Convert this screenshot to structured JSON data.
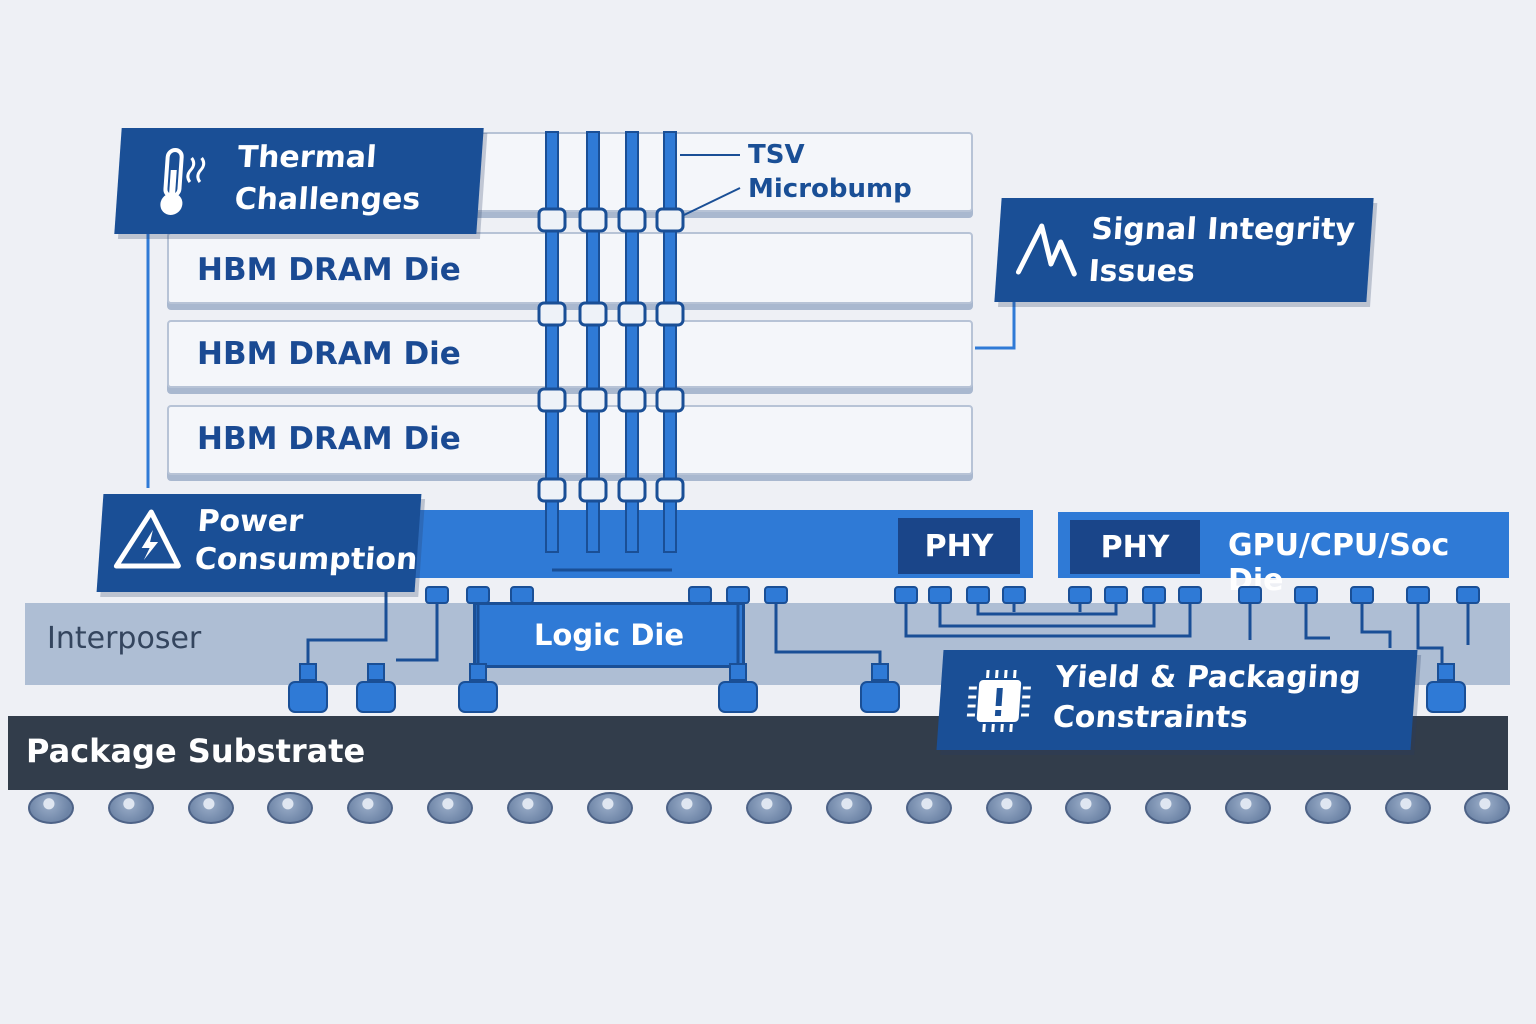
{
  "dram_dies": [
    "HBM DRAM Die",
    "HBM DRAM Die",
    "HBM DRAM Die"
  ],
  "labels": {
    "tsv": "TSV",
    "microbump": "Microbump",
    "phy_left": "PHY",
    "phy_right": "PHY",
    "gpu_die": "GPU/CPU/Soc Die",
    "interposer": "Interposer",
    "logic_die": "Logic Die",
    "package_substrate": "Package Substrate"
  },
  "callouts": {
    "thermal": {
      "line1": "Thermal",
      "line2": "Challenges",
      "icon": "thermometer-icon"
    },
    "signal": {
      "line1": "Signal Integrity",
      "line2": "Issues",
      "icon": "waveform-icon"
    },
    "power": {
      "line1": "Power",
      "line2": "Consumption",
      "icon": "warning-bolt-icon"
    },
    "yield": {
      "line1": "Yield & Packaging",
      "line2": "Constraints",
      "icon": "chip-alert-icon"
    }
  },
  "colors": {
    "navy": "#1a4f96",
    "blue": "#2f7ad6",
    "interposer": "#aebed4",
    "substrate": "#323d4b"
  }
}
